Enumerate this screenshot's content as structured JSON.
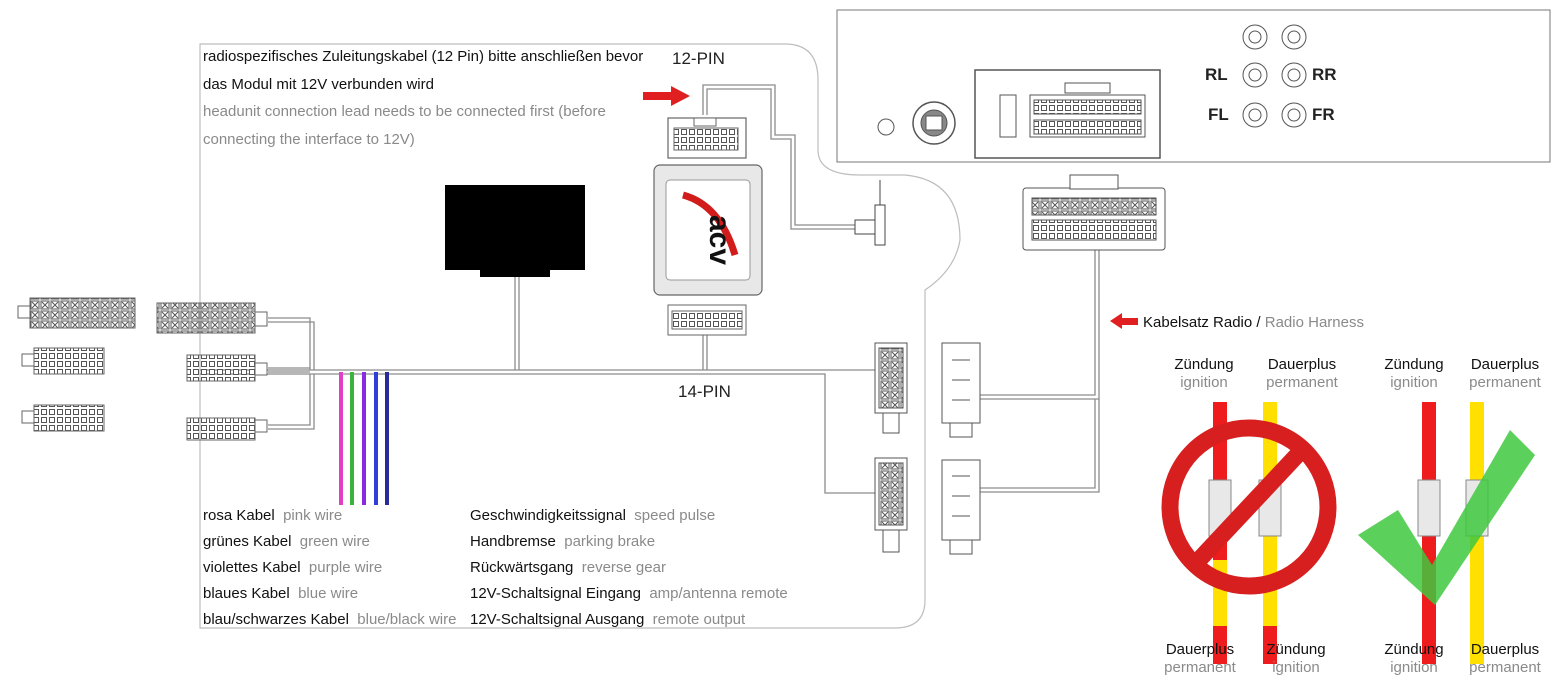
{
  "note": {
    "de_line1": "radiospezifisches Zuleitungskabel (12 Pin) bitte anschließen bevor",
    "de_line2": "das Modul mit 12V verbunden wird",
    "en_line1": "headunit connection lead needs to be connected first (before",
    "en_line2": "connecting the interface to 12V)"
  },
  "connectors": {
    "pin12": "12-PIN",
    "pin14": "14-PIN"
  },
  "module": {
    "logo": "acv"
  },
  "radio": {
    "rl": "RL",
    "rr": "RR",
    "fl": "FL",
    "fr": "FR"
  },
  "harness": {
    "de": "Kabelsatz Radio",
    "sep": " / ",
    "en": "Radio Harness"
  },
  "wires_left": [
    {
      "de": "rosa Kabel",
      "en": "pink wire",
      "color": "#e040c8"
    },
    {
      "de": "grünes Kabel",
      "en": "green wire",
      "color": "#3cb43c"
    },
    {
      "de": "violettes Kabel",
      "en": "purple wire",
      "color": "#8a2be2"
    },
    {
      "de": "blaues Kabel",
      "en": "blue wire",
      "color": "#2f3fd8"
    },
    {
      "de": "blau/schwarzes Kabel",
      "en": "blue/black wire",
      "color": "#2a2a9a"
    }
  ],
  "signals_right": [
    {
      "de": "Geschwindigkeitssignal",
      "en": "speed pulse"
    },
    {
      "de": "Handbremse",
      "en": "parking brake"
    },
    {
      "de": "Rückwärtsgang",
      "en": "reverse gear"
    },
    {
      "de": "12V-Schaltsignal Eingang",
      "en": "amp/antenna remote"
    },
    {
      "de": "12V-Schaltsignal Ausgang",
      "en": "remote output"
    }
  ],
  "wrong": {
    "top_left_de": "Zündung",
    "top_left_en": "ignition",
    "top_right_de": "Dauerplus",
    "top_right_en": "permanent",
    "bottom_left_de": "Dauerplus",
    "bottom_left_en": "permanent",
    "bottom_right_de": "Zündung",
    "bottom_right_en": "ignition"
  },
  "right": {
    "top_left_de": "Zündung",
    "top_left_en": "ignition",
    "top_right_de": "Dauerplus",
    "top_right_en": "permanent",
    "bottom_left_de": "Zündung",
    "bottom_left_en": "ignition",
    "bottom_right_de": "Dauerplus",
    "bottom_right_en": "permanent"
  },
  "colors": {
    "ignition": "#ee1c1c",
    "permanent": "#ffe000",
    "check": "#3ec83e",
    "prohibited": "#d81f1f",
    "arrow": "#e02020"
  }
}
